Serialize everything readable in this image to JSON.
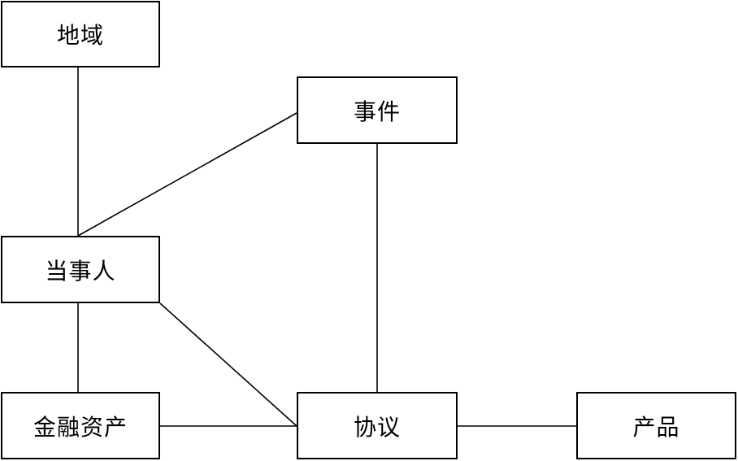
{
  "diagram": {
    "nodes": {
      "region": "地域",
      "event": "事件",
      "party": "当事人",
      "financial_asset": "金融资产",
      "agreement": "协议",
      "product": "产品"
    },
    "edges": [
      [
        "region",
        "party"
      ],
      [
        "event",
        "party"
      ],
      [
        "event",
        "agreement"
      ],
      [
        "party",
        "financial_asset"
      ],
      [
        "party",
        "agreement"
      ],
      [
        "financial_asset",
        "agreement"
      ],
      [
        "agreement",
        "product"
      ]
    ]
  }
}
